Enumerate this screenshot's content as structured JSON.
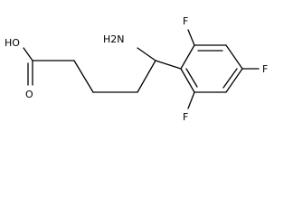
{
  "molecule": {
    "atoms": {
      "hydroxyl": "HO",
      "carbonyl_oxygen": "O",
      "amine": "H2N",
      "fluorine_ortho_top": "F",
      "fluorine_para": "F",
      "fluorine_ortho_bottom": "F"
    }
  }
}
